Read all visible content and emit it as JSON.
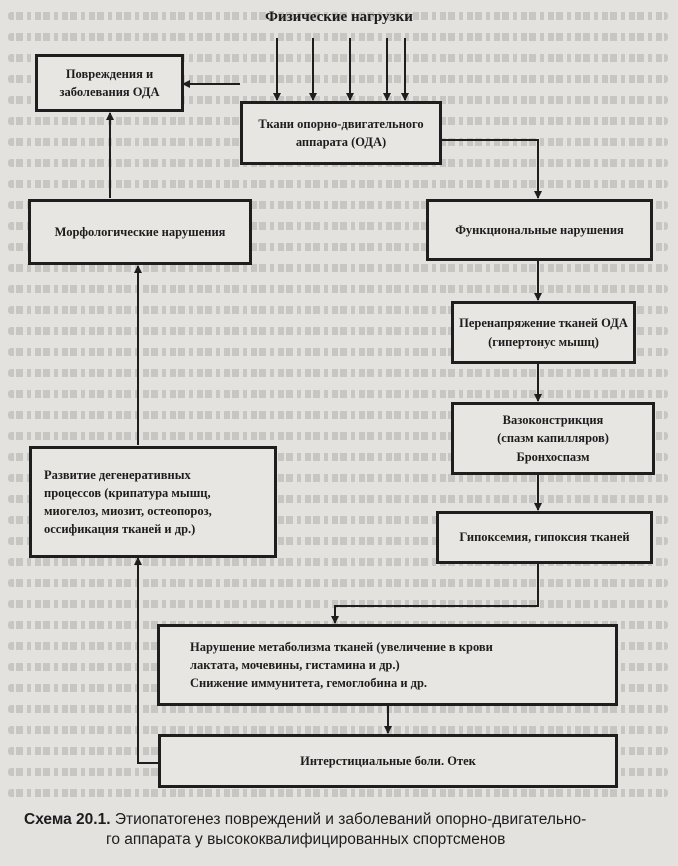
{
  "diagram": {
    "title": "Физические нагрузки",
    "nodes": {
      "damage": [
        "Повреждения и",
        "заболевания ОДА"
      ],
      "tissues": [
        "Ткани опорно-двигательного",
        "аппарата (ОДА)"
      ],
      "morph": [
        "Морфологические нарушения"
      ],
      "func": [
        "Функциональные нарушения"
      ],
      "overstrain": [
        "Перенапряжение тканей ОДА",
        "(гипертонус мышц)"
      ],
      "vaso": [
        "Вазоконстрикция",
        "(спазм капилляров)",
        "Бронхоспазм"
      ],
      "degen": [
        "Развитие дегенеративных",
        "процессов (крипатура мышц,",
        "миогелоз, миозит, остеопороз,",
        "оссификация тканей и  др.)"
      ],
      "hypox": [
        "Гипоксемия, гипоксия тканей"
      ],
      "metab": [
        "Нарушение метаболизма тканей (увеличение в крови",
        "лактата, мочевины, гистамина и др.)",
        "Снижение иммунитета, гемоглобина и др."
      ],
      "pain": [
        "Интерстициальные боли.  Отек"
      ]
    },
    "edges": [
      [
        "load",
        "tissues"
      ],
      [
        "tissues",
        "damage"
      ],
      [
        "tissues",
        "func"
      ],
      [
        "func",
        "overstrain"
      ],
      [
        "overstrain",
        "vaso"
      ],
      [
        "vaso",
        "hypox"
      ],
      [
        "hypox",
        "metab"
      ],
      [
        "metab",
        "pain"
      ],
      [
        "pain",
        "degen"
      ],
      [
        "degen",
        "morph"
      ],
      [
        "morph",
        "damage"
      ]
    ]
  },
  "caption": {
    "label": "Схема 20.1.",
    "line1": "Этиопатогенез повреждений и заболеваний опорно-двигательно-",
    "line2": "го аппарата у высококвалифицированных спортсменов"
  }
}
